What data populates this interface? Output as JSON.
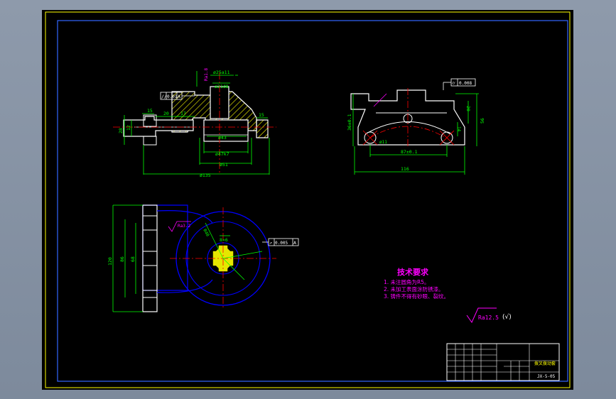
{
  "colors": {
    "background": "#000000",
    "frame": "#ffff00",
    "outline": "#ffffff",
    "dimension": "#00ff00",
    "centerline": "#ff0000",
    "hidden": "#0000ff",
    "hatch": "#ffff00",
    "annotation": "#ff00ff",
    "viewport_bg": "#8e9aab"
  },
  "front_view": {
    "dims": {
      "d25a11": "ø25a11",
      "d21d8": "ø21d8",
      "d43": "ø43",
      "d47k7": "ø47k7",
      "d51": "ø51",
      "d135": "ø135",
      "w15_left": "15",
      "w20": "20",
      "w17": "17",
      "w15_right": "15",
      "h12": "12",
      "h28": "28",
      "ra18": "Ra1.8"
    },
    "tolerance_frame": {
      "symbol": "//",
      "value": "0.01",
      "datum": "A"
    }
  },
  "side_view": {
    "dims": {
      "h36": "36±0.1",
      "h56": "56",
      "h20": "20",
      "w87": "87±0.1",
      "w116": "116",
      "hole": "ø11",
      "h14": "14"
    },
    "tolerance_frame": {
      "symbol": "⌭",
      "value": "0.008"
    }
  },
  "top_view": {
    "dims": {
      "h120": "120",
      "h86": "86",
      "h68": "68",
      "r40": "R40",
      "spline": "8×6",
      "ra32": "Ra3.2"
    },
    "tolerance_frame": {
      "symbol": "↗",
      "value": "0.005",
      "datum": "A"
    }
  },
  "notes": {
    "title": "技术要求",
    "items": [
      "1. 未注圆角为R5。",
      "2. 未加工表面涂防锈漆。",
      "3. 铸件不得有砂眼、裂纹。"
    ],
    "roughness": "Ra12.5",
    "roughness_suffix": "(√)"
  },
  "title_block": {
    "part_name": "拨叉拨动套",
    "drawing_no": "JX-5-05"
  }
}
